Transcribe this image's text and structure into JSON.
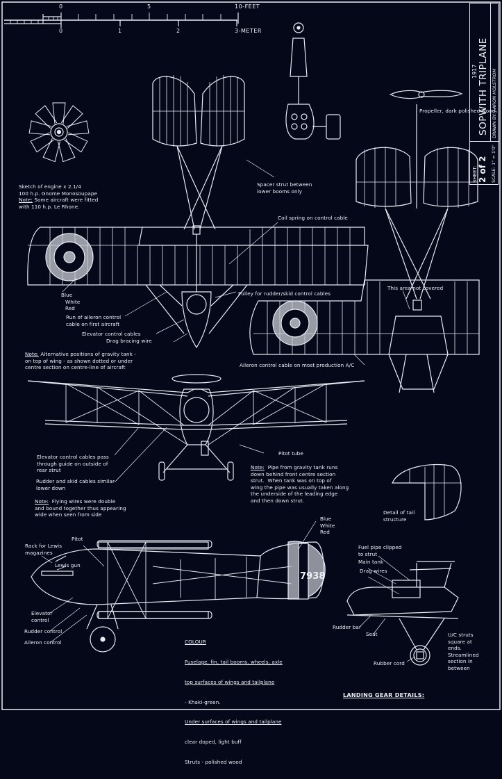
{
  "scale_bar": {
    "feet_ticks": [
      "0",
      "5",
      "10-FEET"
    ],
    "meter_ticks": [
      "0",
      "1",
      "2",
      "3-METER"
    ]
  },
  "title_block": {
    "year": "1917",
    "title": "SOPWITH TRIPLANE",
    "drawn_by_label": "DRAWN BY:",
    "drawn_by_name": "J.ARON HOLSTROM",
    "sheet_label": "SHEET:",
    "sheet_value": "2 of 2",
    "scale_label": "SCALE:",
    "scale_value": "1\" = 1'0\""
  },
  "annotations": {
    "engine_sketch": [
      "Sketch of engine x 2.1/4",
      "100 h.p. Gnome Monosoupape"
    ],
    "engine_note_label": "Note:",
    "engine_note": [
      " Some aircraft were fitted",
      "with 110 h.p. Le Rhone."
    ],
    "propeller": "Propeller, dark polished wood",
    "spacer_strut": [
      "Spacer strut between",
      "lower booms only"
    ],
    "coil_spring": "Coil spring on control cable",
    "roundel_colors_wing": [
      "Blue",
      "White",
      "Red"
    ],
    "aileron_run": [
      "Run of aileron control",
      "cable on first aircraft"
    ],
    "elevator_cables": "Elevator control cables",
    "drag_bracing": "Drag bracing wire",
    "pulley": "Pulley for rudder/skid control cables",
    "area_not_covered": "This area not covered",
    "gravity_tank_note_label": "Note:",
    "gravity_tank_note": [
      " Alternative positions of gravity tank -",
      "on top of wing - as shown dotted or under",
      "centre section on centre-line of aircraft"
    ],
    "aileron_cable_production": "Aileron control cable on most production A/C",
    "elevator_cables_pass": [
      "Elevator control cables pass",
      "through guide on outside of",
      "rear strut"
    ],
    "rudder_skid_cables": [
      "Rudder and skid cables similar",
      "lower down"
    ],
    "flying_wires_note_label": "Note:",
    "flying_wires_note": [
      "  Flying wires were double",
      "and bound together thus appearing",
      "wide when seen from side"
    ],
    "pitot_tube": "Pitot tube",
    "pipe_note_label": "Note:",
    "pipe_note": [
      "  Pipe from gravity tank runs",
      "down behind front centre section",
      "strut.  When tank was on top of",
      "wing the pipe was usually taken along",
      "the underside of the leading edge",
      "and then down strut."
    ],
    "tail_detail": [
      "Detail of tail",
      "structure"
    ],
    "rack_lewis": [
      "Rack for Lewis",
      "magazines"
    ],
    "pitot": "Pitot",
    "lewis_gun": "Lewis gun",
    "elevator_control": [
      "Elevator",
      "control"
    ],
    "rudder_control": "Rudder control",
    "aileron_control": "Aileron control",
    "roundel_colors_tail": [
      "Blue",
      "White",
      "Red"
    ],
    "serial_number": "7938",
    "fuel_pipe": [
      "Fuel pipe clipped",
      "to strut"
    ],
    "main_tank": "Main tank",
    "drag_wires": "Drag wires",
    "rudder_bar": "Rudder bar",
    "seat": "Seat",
    "uc_struts": [
      "U/C struts",
      "square at",
      "ends.",
      "Streamlined",
      "section in",
      "between"
    ],
    "rubber_cord": "Rubber cord",
    "landing_gear_title": "LANDING GEAR DETAILS:"
  },
  "colour_legend": {
    "title": "COLOUR",
    "lines": [
      "Fuselage, fin, tail booms, wheels, axle",
      "top surfaces of wings and tailplane",
      "- Khaki-green.",
      "Under surfaces of wings and tailplane",
      "clear doped, light buff",
      "Struts - polished wood"
    ]
  },
  "colors": {
    "background": "#050818",
    "line": "#e8ecf4",
    "roundel_fill": "#c9ccd4"
  }
}
